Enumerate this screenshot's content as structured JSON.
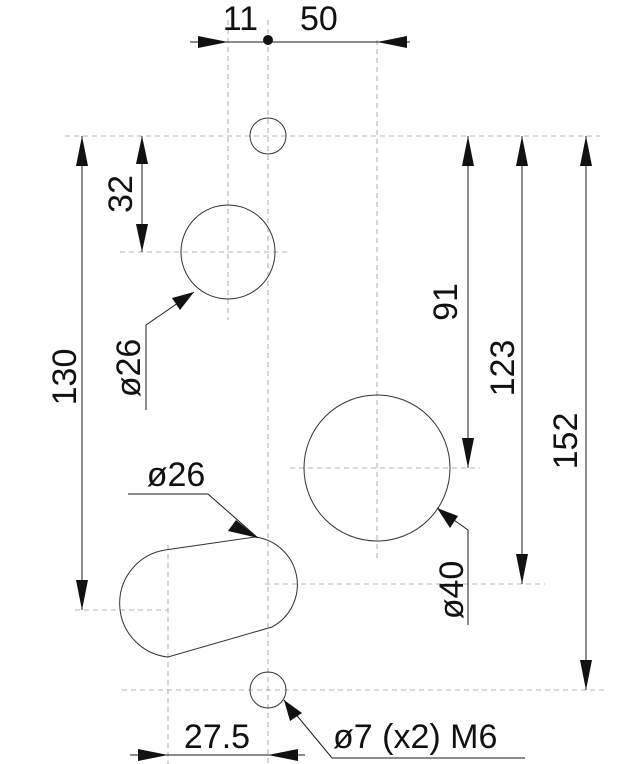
{
  "colors": {
    "line": "#333333",
    "text": "#111111",
    "center_line": "#9a9a9a",
    "background": "#ffffff"
  },
  "dimensions": {
    "top_partial_left": "11",
    "top_partial_right": "50",
    "d32": "32",
    "d130": "130",
    "d91": "91",
    "d123": "123",
    "d152": "152",
    "d27_5": "27.5",
    "dia26_upper": "ø26",
    "dia26_slot": "ø26",
    "dia40": "ø40",
    "hole_callout": "ø7 (x2) M6"
  }
}
